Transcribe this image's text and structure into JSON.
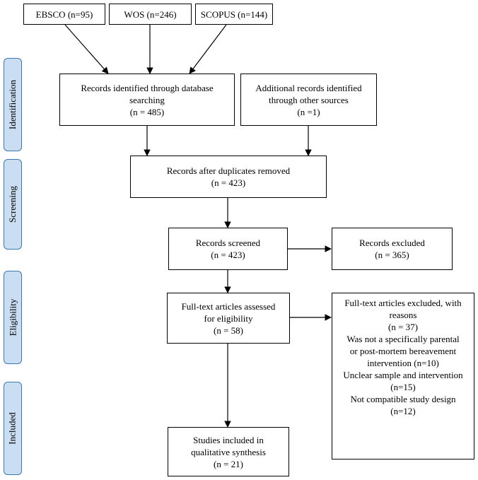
{
  "sources": {
    "ebsco": "EBSCO (n=95)",
    "wos": "WOS (n=246)",
    "scopus": "SCOPUS (n=144)"
  },
  "stages": {
    "identification": "Identification",
    "screening": "Screening",
    "eligibility": "Eligibility",
    "included": "Included"
  },
  "boxes": {
    "db_records": [
      "Records identified through database",
      "searching",
      "(n = 485)"
    ],
    "other_records": [
      "Additional records identified",
      "through other sources",
      "(n =1)"
    ],
    "after_duplicates": [
      "Records after duplicates removed",
      "(n = 423)"
    ],
    "screened": [
      "Records screened",
      "(n = 423)"
    ],
    "excluded": [
      "Records excluded",
      "(n = 365)"
    ],
    "fulltext_assessed": [
      "Full-text articles assessed",
      "for eligibility",
      "(n = 58)"
    ],
    "fulltext_excluded": [
      "Full-text articles excluded, with",
      "reasons",
      "(n = 37)",
      "Was not a specifically parental",
      "or post-mortem bereavement",
      "intervention (n=10)",
      "Unclear sample and intervention",
      "(n=15)",
      "Not compatible study design",
      "(n=12)"
    ],
    "included_studies": [
      "Studies included in",
      "qualitative synthesis",
      "(n = 21)"
    ]
  },
  "colors": {
    "stage_fill": "#c9def2",
    "stage_border": "#3d78b3",
    "line": "#000000"
  }
}
